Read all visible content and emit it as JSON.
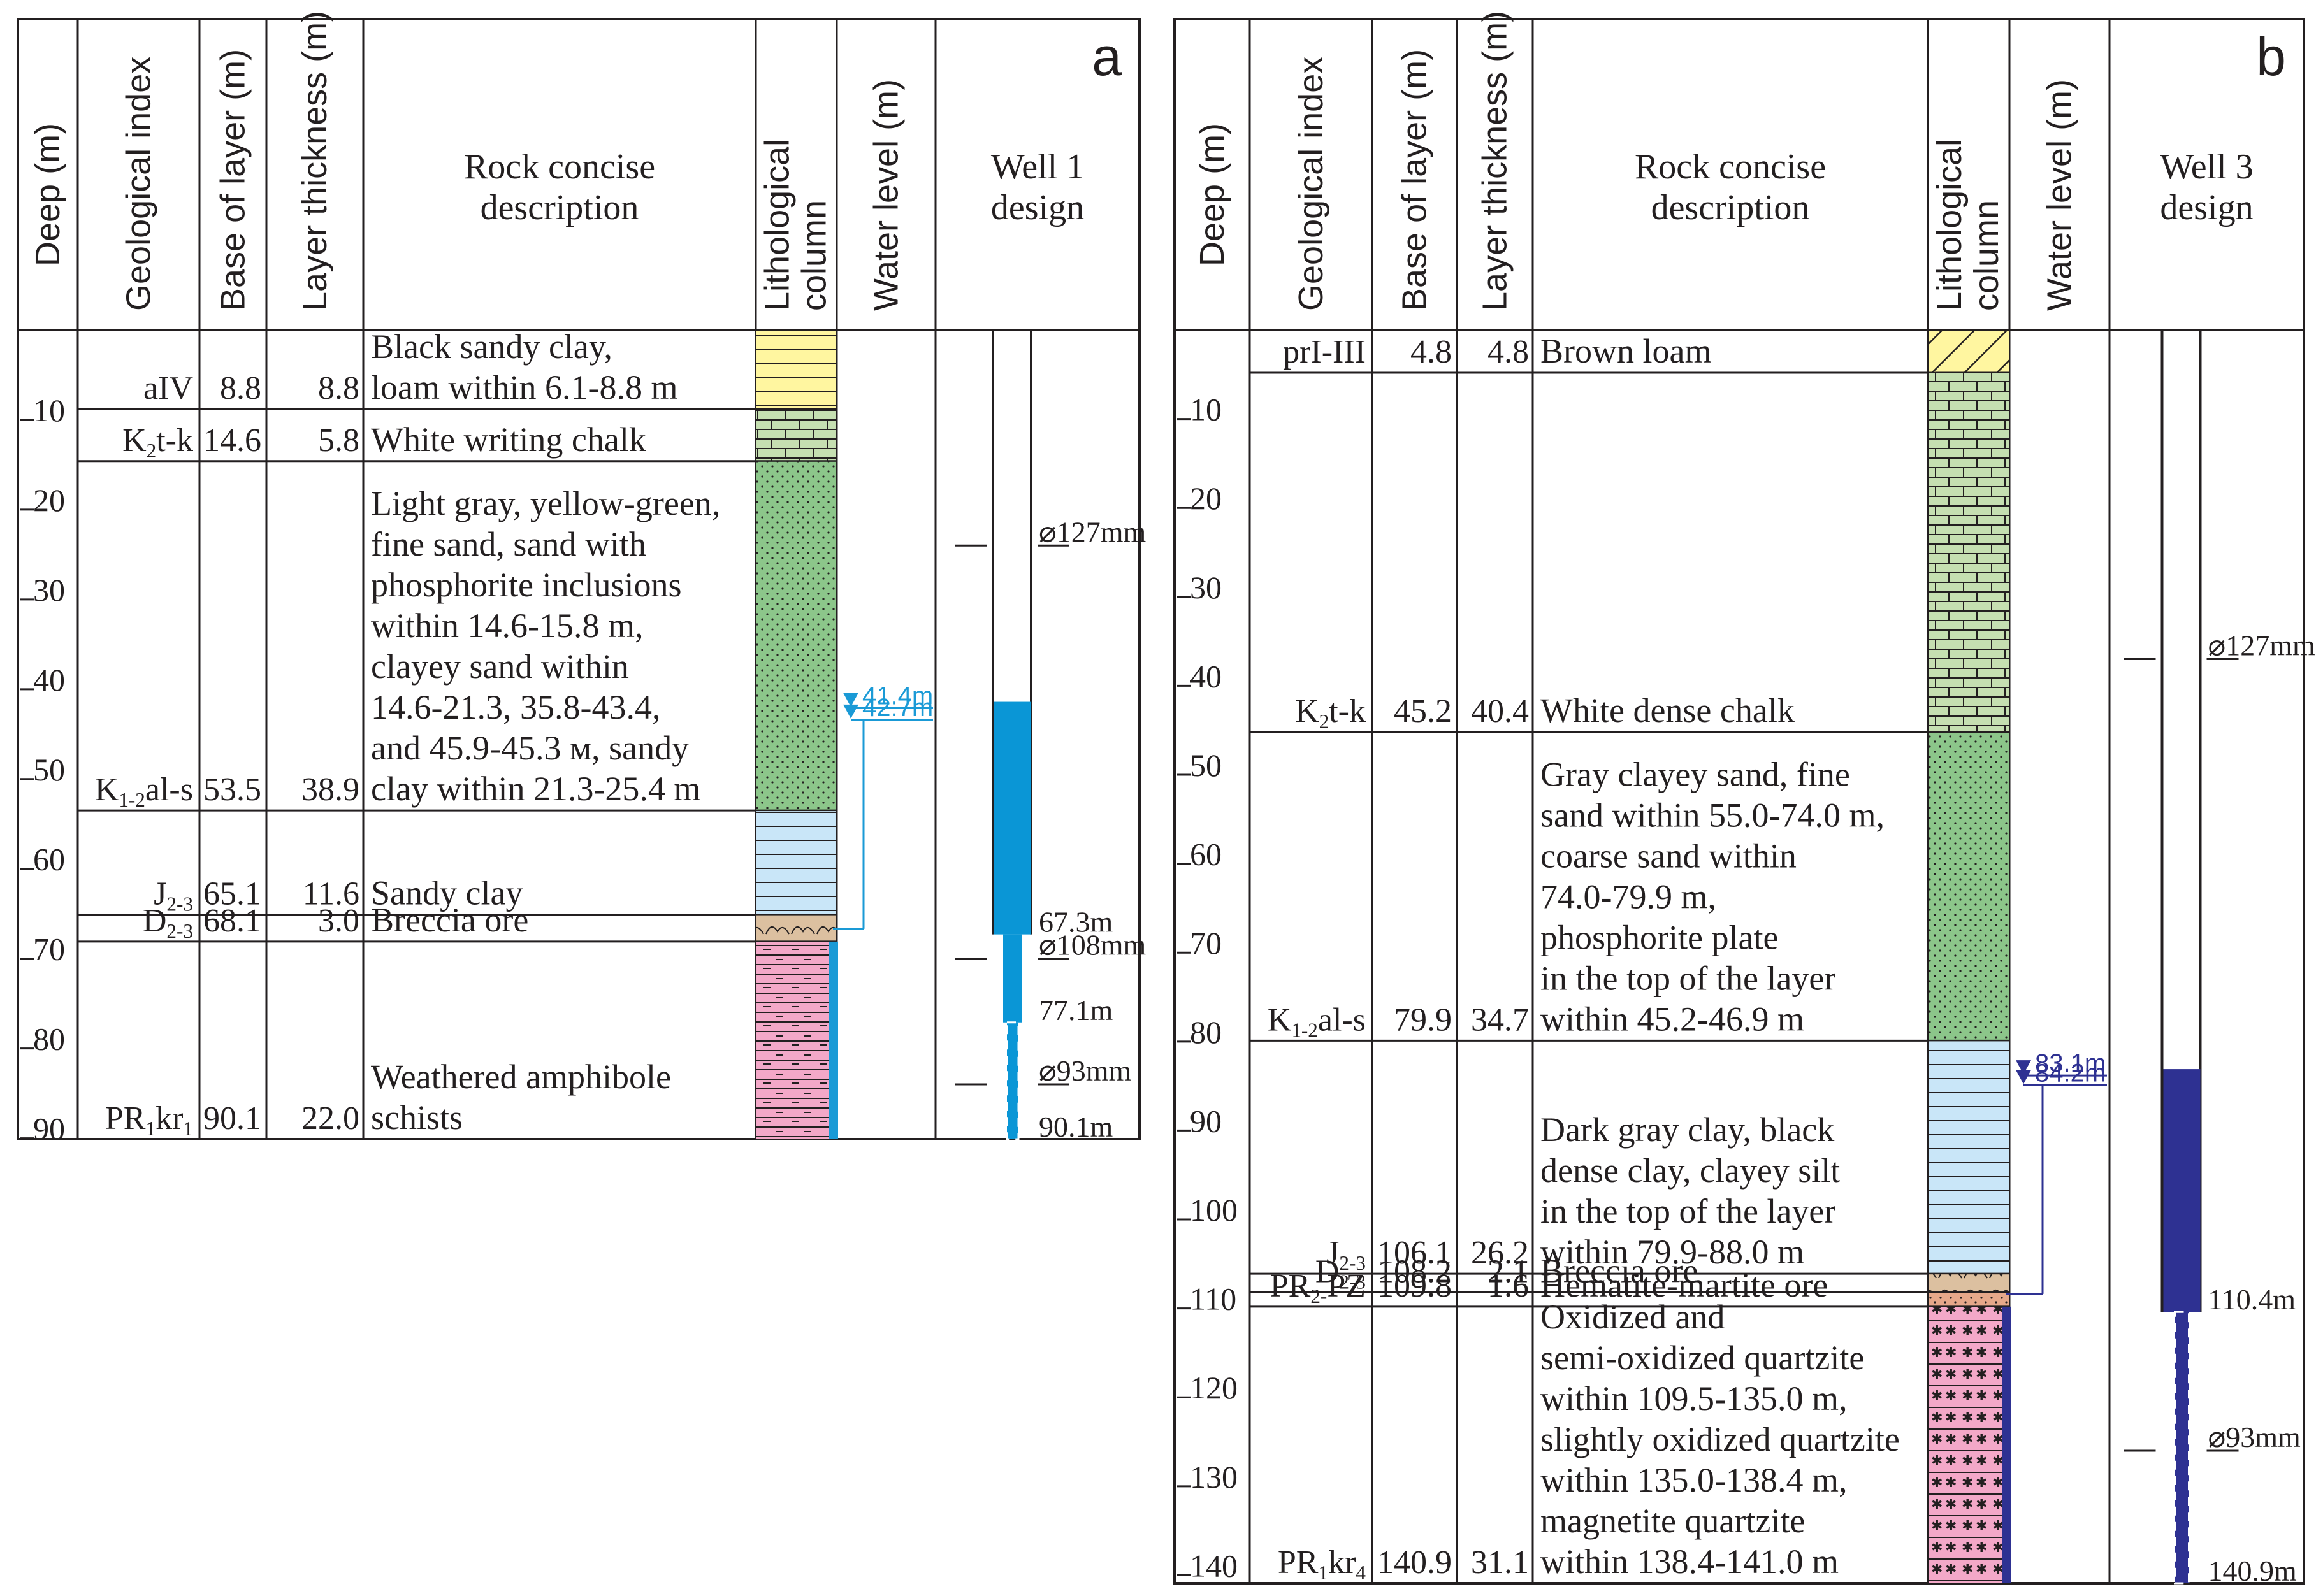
{
  "panels": [
    {
      "id": "a",
      "letter": "a",
      "headers": {
        "depth": "Deep (m)",
        "index": "Geological index",
        "base": "Base of layer (m)",
        "thickness": "Layer thickness (m)",
        "description": [
          "Rock concise",
          "description"
        ],
        "lithology": [
          "Lithological",
          "column"
        ],
        "water": "Water level (m)",
        "well": [
          "Well 1",
          "design"
        ]
      },
      "depth_ticks": [
        "10",
        "20",
        "30",
        "40",
        "50",
        "60",
        "70",
        "80",
        "90"
      ],
      "layers": [
        {
          "index": "aIV",
          "base": "8.8",
          "thickness": "8.8",
          "description": [
            "Black sandy clay,",
            "loam within 6.1-8.8 m"
          ],
          "lithology": "sandy-clay-loam"
        },
        {
          "index": "K2t-k",
          "base": "14.6",
          "thickness": "5.8",
          "description": [
            "White writing chalk"
          ],
          "lithology": "chalk"
        },
        {
          "index": "K1-2al-s",
          "base": "53.5",
          "thickness": "38.9",
          "description": [
            "Light gray, yellow-green,",
            "fine sand, sand with",
            "phosphorite inclusions",
            "within 14.6-15.8 m,",
            "clayey sand within",
            "14.6-21.3, 35.8-43.4,",
            "and 45.9-45.3 м, sandy",
            "clay within 21.3-25.4 m"
          ],
          "lithology": "sand"
        },
        {
          "index": "J2-3",
          "base": "65.1",
          "thickness": "11.6",
          "description": [
            "Sandy clay"
          ],
          "lithology": "clay"
        },
        {
          "index": "D2-3",
          "base": "68.1",
          "thickness": "3.0",
          "description": [
            "Breccia ore"
          ],
          "lithology": "breccia"
        },
        {
          "index": "PR1kr1",
          "base": "90.1",
          "thickness": "22.0",
          "description": [
            "Weathered amphibole",
            "schists"
          ],
          "lithology": "schist"
        }
      ],
      "water_levels": [
        "41.4m",
        "42.7m"
      ],
      "water_color": "#1a9ad6",
      "well": {
        "diameters": [
          "⌀127mm",
          "⌀108mm",
          "⌀93mm"
        ],
        "depth_labels": [
          "67.3m",
          "77.1m",
          "90.1m"
        ]
      }
    },
    {
      "id": "b",
      "letter": "b",
      "headers": {
        "depth": "Deep (m)",
        "index": "Geological index",
        "base": "Base of layer (m)",
        "thickness": "Layer thickness (m)",
        "description": [
          "Rock concise",
          "description"
        ],
        "lithology": [
          "Lithological",
          "column"
        ],
        "water": "Water level (m)",
        "well": [
          "Well 3",
          "design"
        ]
      },
      "depth_ticks": [
        "10",
        "20",
        "30",
        "40",
        "50",
        "60",
        "70",
        "80",
        "90",
        "100",
        "110",
        "120",
        "130",
        "140"
      ],
      "layers": [
        {
          "index": "prI-III",
          "base": "4.8",
          "thickness": "4.8",
          "description": [
            "Brown loam"
          ],
          "lithology": "loam"
        },
        {
          "index": "K2t-k",
          "base": "45.2",
          "thickness": "40.4",
          "description": [
            "White dense chalk"
          ],
          "lithology": "chalk"
        },
        {
          "index": "K1-2al-s",
          "base": "79.9",
          "thickness": "34.7",
          "description": [
            "Gray clayey sand, fine",
            "sand within 55.0-74.0 m,",
            "coarse sand within",
            "74.0-79.9 m,",
            "phosphorite plate",
            "in the top of the layer",
            "within 45.2-46.9 m"
          ],
          "lithology": "sand"
        },
        {
          "index": "J2-3",
          "base": "106.1",
          "thickness": "26.2",
          "description": [
            "Dark gray clay, black",
            "dense clay, clayey silt",
            "in the top of the layer",
            "within 79.9-88.0 m"
          ],
          "lithology": "clay"
        },
        {
          "index": "D2-3",
          "base": "108.2",
          "thickness": "2.1",
          "description": [
            "Breccia ore"
          ],
          "lithology": "breccia"
        },
        {
          "index": "PR2-PZ",
          "base": "109.8",
          "thickness": "1.6",
          "description": [
            "Hematite-martite ore"
          ],
          "lithology": "hematite"
        },
        {
          "index": "PR1kr4",
          "base": "140.9",
          "thickness": "31.1",
          "description": [
            "Oxidized and",
            "semi-oxidized quartzite",
            "within 109.5-135.0 m,",
            "slightly oxidized quartzite",
            "within 135.0-138.4 m,",
            "magnetite quartzite",
            "within 138.4-141.0 m"
          ],
          "lithology": "quartzite"
        }
      ],
      "water_levels": [
        "83.1m",
        "84.2m"
      ],
      "water_color": "#2e3192",
      "well": {
        "diameters": [
          "⌀127mm",
          "⌀93mm"
        ],
        "depth_labels": [
          "110.4m",
          "140.9m"
        ]
      }
    }
  ],
  "colors": {
    "loam_fill": "#fff6a0",
    "chalk_fill": "#c5dfb1",
    "sand_fill": "#8cc68a",
    "clay_fill": "#c9e6f8",
    "breccia_fill": "#dcc0a0",
    "schist_fill": "#f3a8c8",
    "quartzite_fill": "#f3a8c8",
    "well1_fill": "#0a96d6",
    "well3_fill": "#2e3192",
    "line": "#231f20"
  }
}
